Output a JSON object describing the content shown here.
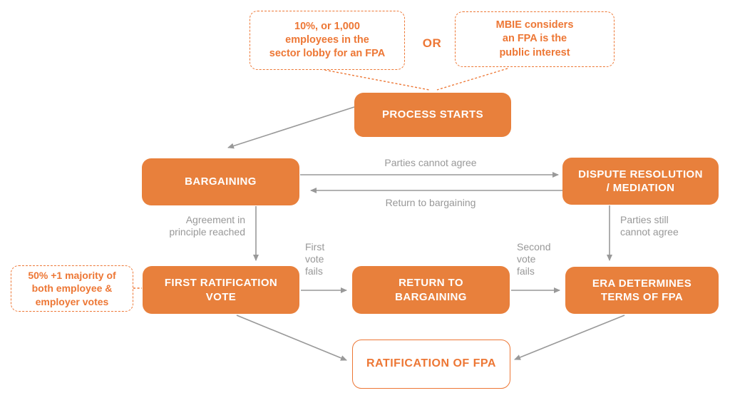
{
  "colors": {
    "box_orange": "#E8803C",
    "outline_orange": "#ED7735",
    "arrow_gray": "#999999",
    "label_gray": "#989898",
    "canvas_bg": "#FFFFFF",
    "node_text": "#FFFFFF"
  },
  "callouts": {
    "lobby": "10%, or 1,000\nemployees in the\nsector lobby for an FPA",
    "or_label": "OR",
    "mbie": "MBIE considers\nan FPA is the\npublic interest",
    "majority": "50% +1 majority of\nboth employee &\nemployer votes"
  },
  "nodes": {
    "process_starts": "PROCESS STARTS",
    "bargaining": "BARGAINING",
    "dispute_resolution": "DISPUTE RESOLUTION\n/ MEDIATION",
    "first_ratification_vote": "FIRST RATIFICATION\nVOTE",
    "return_to_bargaining": "RETURN TO\nBARGAINING",
    "era_determines": "ERA DETERMINES\nTERMS OF FPA",
    "ratification_of_fpa": "RATIFICATION OF FPA"
  },
  "edge_labels": {
    "parties_cannot_agree": "Parties cannot agree",
    "return_to_bargaining": "Return to bargaining",
    "agreement_in_principle": "Agreement in\nprinciple reached",
    "parties_still_cannot_agree": "Parties still\ncannot agree",
    "first_vote_fails": "First\nvote\nfails",
    "second_vote_fails": "Second\nvote\nfails"
  }
}
